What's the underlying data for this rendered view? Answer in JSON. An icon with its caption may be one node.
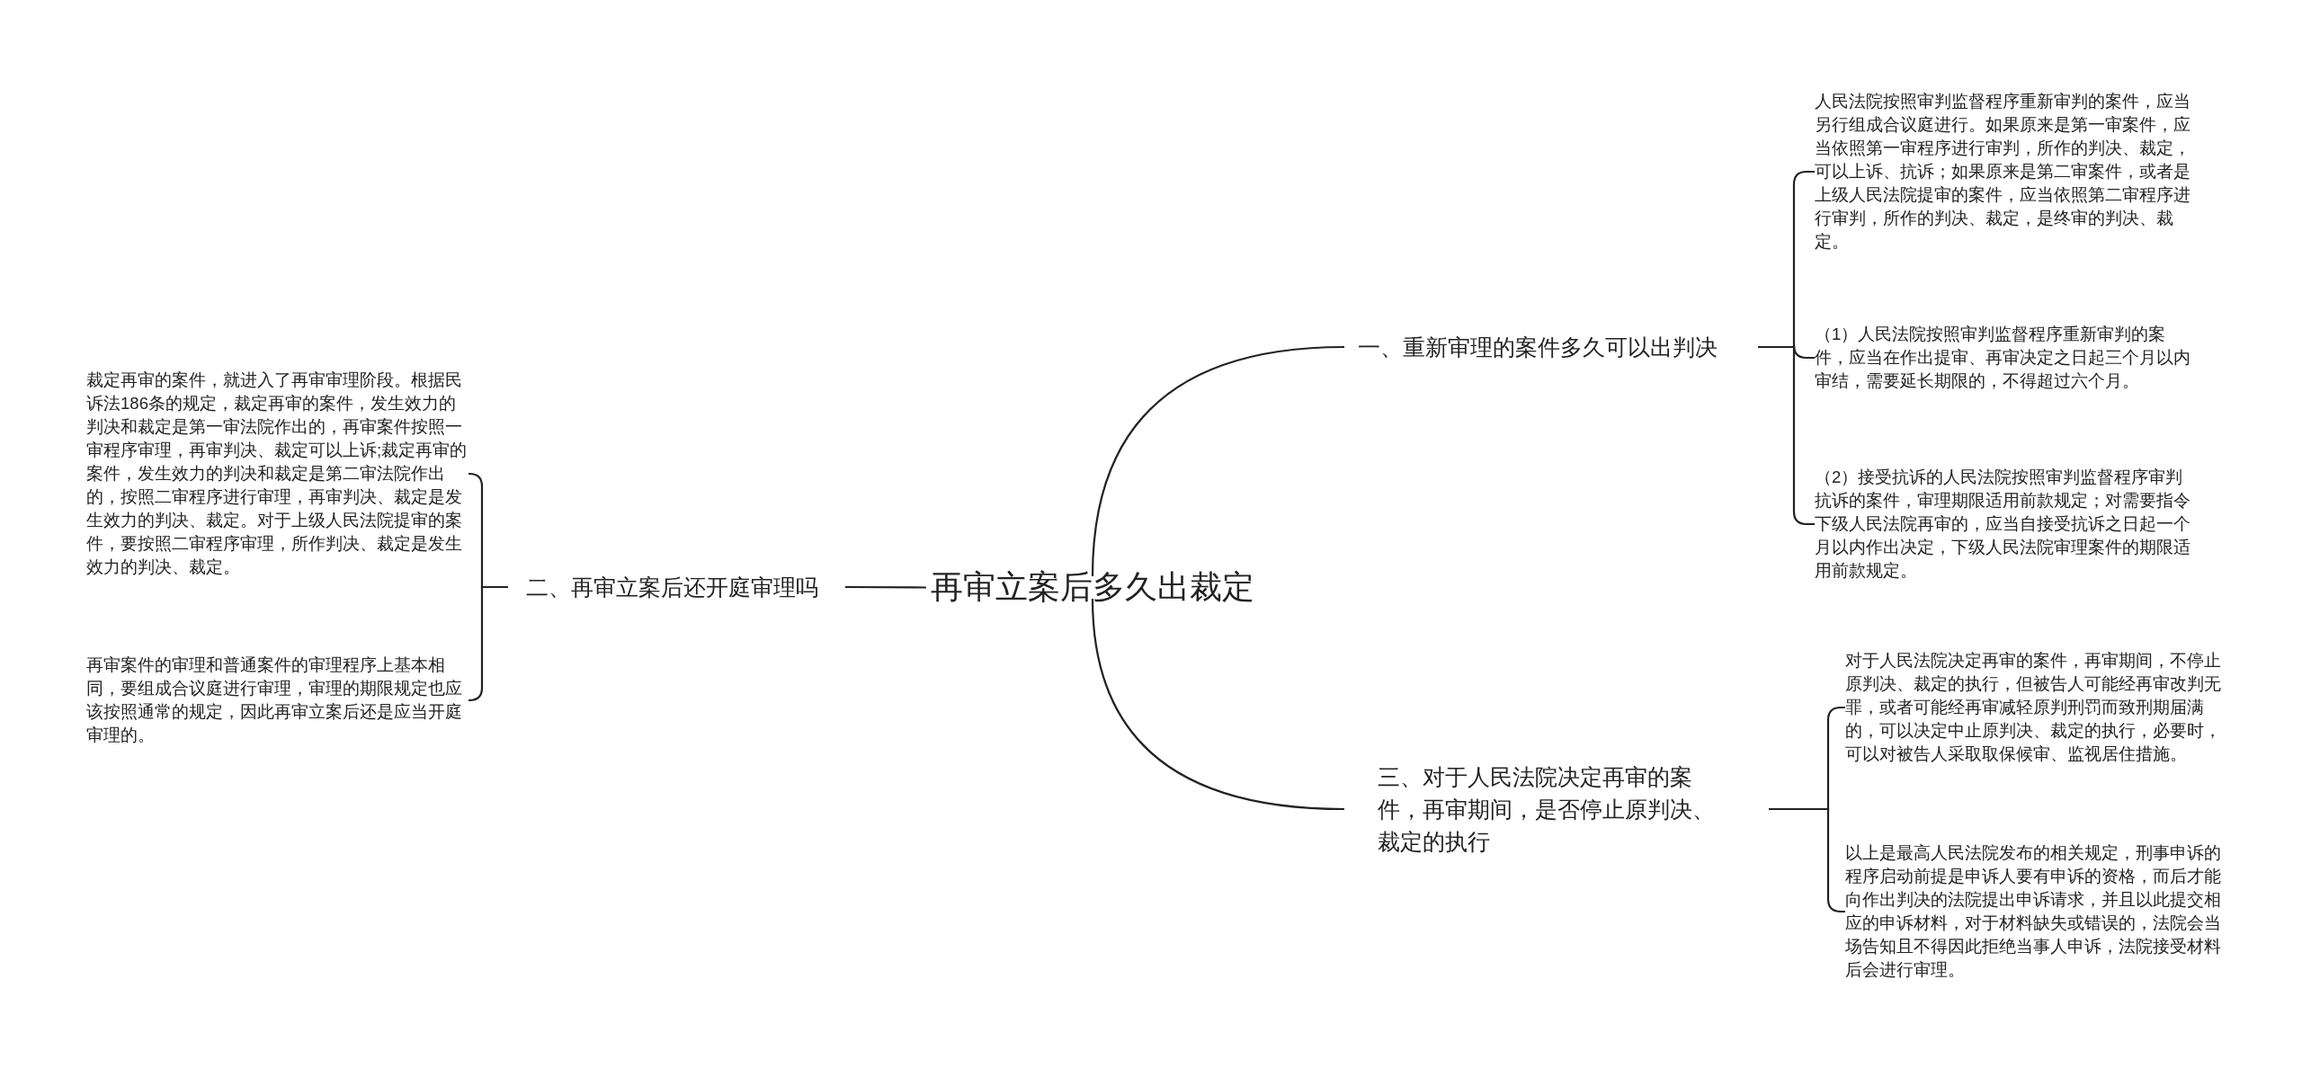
{
  "diagram": {
    "nodes": [
      {
        "text": [
          "再审立案后多久出裁定"
        ]
      },
      {
        "text": [
          "一、重新审理的案件多久可以出判决"
        ]
      },
      {
        "text": [
          "人民法院按照审判监督程序重新审判的案件，应当另行组成合议庭进行。如果原来是第一审案件，应当依照第一审程序进行审判，所作的判决、裁定，可以上诉、抗诉；如果原来是第二审案件，或者是上级人民法院提审的案件，应当依照第二审程序进行审判，所作的判决、裁定，是终审的判决、裁定。"
        ]
      },
      {
        "text": [
          "（1）人民法院按照审判监督程序重新审判的案件，应当在作出提审、再审决定之日起三个月以内审结，需要延长期限的，不得超过六个月。"
        ]
      },
      {
        "text": [
          "（2）接受抗诉的人民法院按照审判监督程序审判抗诉的案件，审理期限适用前款规定；对需要指令下级人民法院再审的，应当自接受抗诉之日起一个月以内作出决定，下级人民法院审理案件的期限适用前款规定。"
        ]
      },
      {
        "text": [
          "三、对于人民法院决定再审的案件，再审期间，是否停止原判决、裁定的执行"
        ]
      },
      {
        "text": [
          "对于人民法院决定再审的案件，再审期间，不停止原判决、裁定的执行，但被告人可能经再审改判无罪，或者可能经再审减轻原判刑罚而致刑期届满的，可以决定中止原判决、裁定的执行，必要时，可以对被告人采取取保候审、监视居住措施。"
        ]
      },
      {
        "text": [
          "以上是最高人民法院发布的相关规定，刑事申诉的程序启动前提是申诉人要有申诉的资格，而后才能向作出判决的法院提出申诉请求，并且以此提交相应的申诉材料，对于材料缺失或错误的，法院会当场告知且不得因此拒绝当事人申诉，法院接受材料后会进行审理。"
        ]
      },
      {
        "text": [
          "二、再审立案后还开庭审理吗"
        ]
      },
      {
        "text": [
          "裁定再审的案件，就进入了再审审理阶段。根据民诉法186条的规定，裁定再审的案件，发生效力的判决和裁定是第一审法院作出的，再审案件按照一审程序审理，再审判决、裁定可以上诉;裁定再审的案件，发生效力的判决和裁定是第二审法院作出的，按照二审程序进行审理，再审判决、裁定是发生效力的判决、裁定。对于上级人民法院提审的案件，要按照二审程序审理，所作判决、裁定是发生效力的判决、裁定。"
        ]
      },
      {
        "text": [
          "再审案件的审理和普通案件的审理程序上基本相同，要组成合议庭进行审理，审理的期限规定也应该按照通常的规定，因此再审立案后还是应当开庭审理的。"
        ]
      }
    ],
    "edges": [
      {
        "from": 0,
        "to": 1,
        "arrow": "none"
      },
      {
        "from": 1,
        "to": 2,
        "arrow": "none"
      },
      {
        "from": 1,
        "to": 3,
        "arrow": "none"
      },
      {
        "from": 1,
        "to": 4,
        "arrow": "none"
      },
      {
        "from": 0,
        "to": 5,
        "arrow": "none"
      },
      {
        "from": 5,
        "to": 6,
        "arrow": "none"
      },
      {
        "from": 5,
        "to": 7,
        "arrow": "none"
      },
      {
        "from": 0,
        "to": 8,
        "arrow": "none"
      },
      {
        "from": 8,
        "to": 9,
        "arrow": "none"
      },
      {
        "from": 8,
        "to": 10,
        "arrow": "none"
      }
    ]
  }
}
